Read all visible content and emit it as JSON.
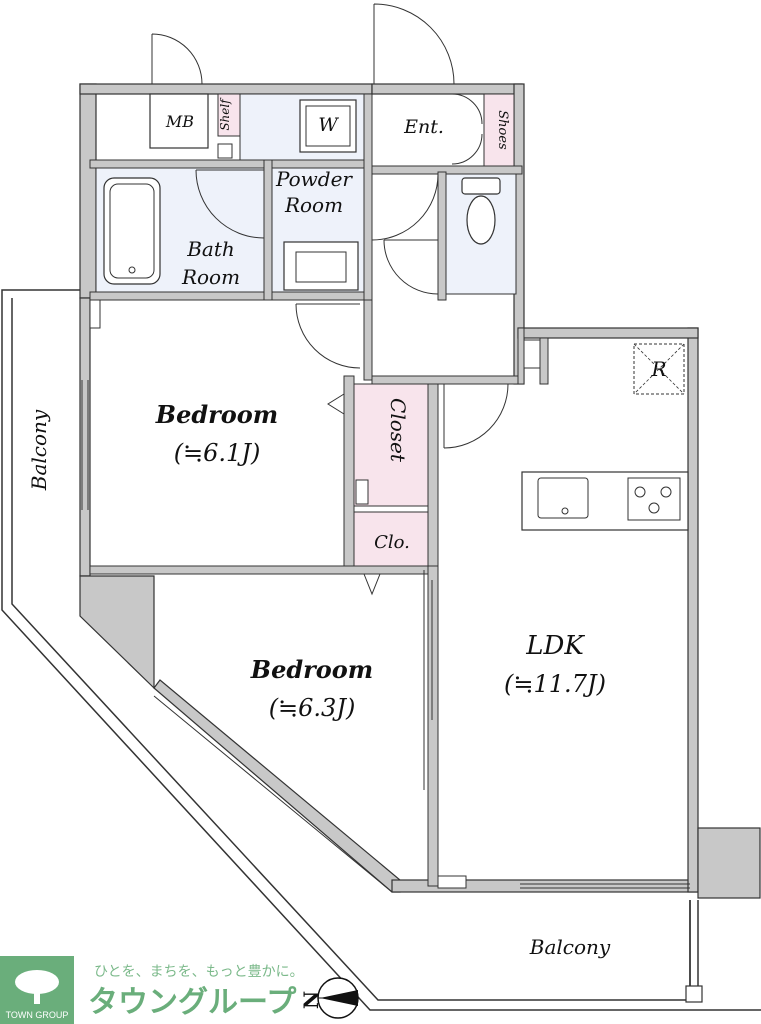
{
  "colors": {
    "wall": "#c8c8c8",
    "wall_stroke": "#333333",
    "wet_area": "#eef2fa",
    "storage": "#f8e4ec",
    "brand_green": "#6aae7b"
  },
  "rooms": {
    "mb": "MB",
    "shelf": "Shelf",
    "w": "W",
    "powder_room": [
      "Powder",
      "Room"
    ],
    "entrance": "Ent.",
    "shoes": "Shoes",
    "bath_room": [
      "Bath",
      "Room"
    ],
    "bedroom1": {
      "name": "Bedroom",
      "size": "(≒6.1J)"
    },
    "closet": "Closet",
    "clo": "Clo.",
    "bedroom2": {
      "name": "Bedroom",
      "size": "(≒6.3J)"
    },
    "ldk": {
      "name": "LDK",
      "size": "(≒11.7J)"
    },
    "refrigerator": "R",
    "balcony_left": "Balcony",
    "balcony_bottom": "Balcony"
  },
  "brand": {
    "tagline": "ひとを、まちを、もっと豊かに。",
    "name": "タウングループ",
    "logo_text": "TOWN GROUP",
    "logo_icon": "tree-icon"
  },
  "compass": {
    "label": "N",
    "icon": "north-arrow-icon"
  }
}
